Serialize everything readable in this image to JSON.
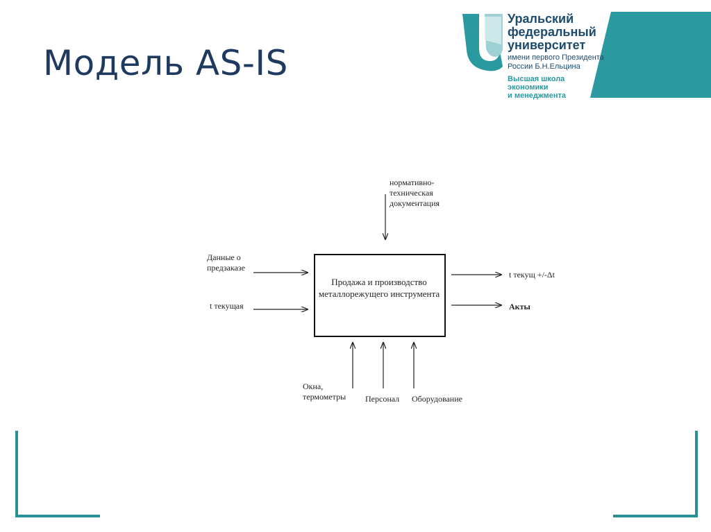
{
  "title": "Модель AS-IS",
  "logo": {
    "line1": "Уральский",
    "line2": "федеральный",
    "line3": "университет",
    "line4": "имени первого Президента",
    "line5": "России Б.Н.Ельцина",
    "line6": "Высшая школа",
    "line7": "экономики",
    "line8": "и менеджмента"
  },
  "diagram": {
    "process": "Продажа и производство металлорежущего инструмента",
    "control_top": "нормативно-\nтехническая\nдокументация",
    "input_1": "Данные о\nпредзаказе",
    "input_2": "t текущая",
    "output_1": "t текущ +/-Δt",
    "output_2": "Акты",
    "mechanism_1": "Окна,\nтермометры",
    "mechanism_2": "Персонал",
    "mechanism_3": "Оборудование"
  },
  "colors": {
    "title": "#1f3a5f",
    "accent": "#2a9aa0",
    "logo_text": "#1c4b6e"
  }
}
